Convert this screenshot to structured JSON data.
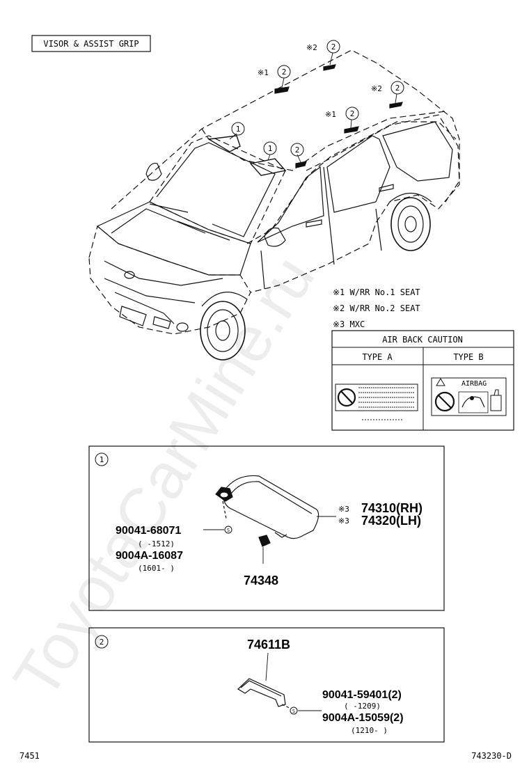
{
  "title": "VISOR & ASSIST GRIP",
  "callouts": {
    "c1": "1",
    "c2": "2",
    "star1": "※1",
    "star2": "※2",
    "star3": "※3"
  },
  "legend": {
    "items": [
      "※1 W/RR No.1 SEAT",
      "※2 W/RR No.2 SEAT",
      "※3 MXC"
    ]
  },
  "caution": {
    "header": "AIR BACK CAUTION",
    "type_a": "TYPE A",
    "type_b": "TYPE B",
    "airbag_label": "AIRBAG"
  },
  "box1": {
    "number": "1",
    "parts": {
      "visor_rh": "74310(RH)",
      "visor_lh": "74320(LH)",
      "screw_a": "90041-68071",
      "screw_a_range": "(      -1512)",
      "screw_b": "9004A-16087",
      "screw_b_range": "(1601-      )",
      "holder": "74348"
    }
  },
  "box2": {
    "number": "2",
    "parts": {
      "grip": "74611B",
      "screw_a": "90041-59401(2)",
      "screw_a_range": "(      -1209)",
      "screw_b": "9004A-15059(2)",
      "screw_b_range": "(1210-      )"
    }
  },
  "screw_symbol": "S",
  "footer": {
    "left": "7451",
    "right": "743230-D"
  },
  "watermark": "ToyotaCarMine.ru"
}
